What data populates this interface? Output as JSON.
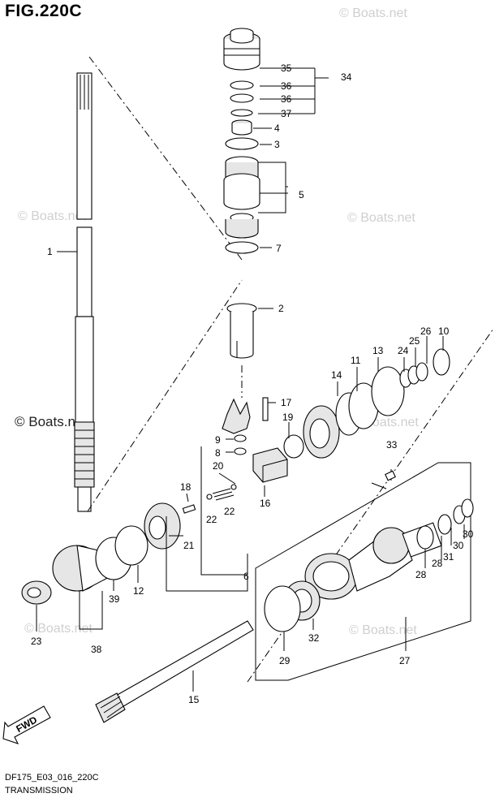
{
  "figure": {
    "title": "FIG.220C",
    "model_code": "DF175_E03_016_220C",
    "section_name": "TRANSMISSION"
  },
  "watermarks": [
    "© Boats.net",
    "© Boats.net",
    "© Boats.net",
    "© Boats.net",
    "© Boats.net",
    "© Boats.net",
    "© Boats.net"
  ],
  "fwd_badge": "FWD",
  "callouts": [
    "35",
    "34",
    "36",
    "36",
    "37",
    "4",
    "3",
    "5",
    "7",
    "2",
    "1",
    "10",
    "26",
    "25",
    "24",
    "13",
    "11",
    "14",
    "17",
    "19",
    "9",
    "8",
    "33",
    "20",
    "18",
    "22",
    "22",
    "16",
    "21",
    "6",
    "31",
    "30",
    "30",
    "28",
    "28",
    "12",
    "39",
    "23",
    "38",
    "32",
    "29",
    "27",
    "15"
  ],
  "colors": {
    "ink": "#000000",
    "watermark": "#cfcfcf",
    "part_fill": "#ffffff",
    "shade": "#e6e6e6"
  }
}
